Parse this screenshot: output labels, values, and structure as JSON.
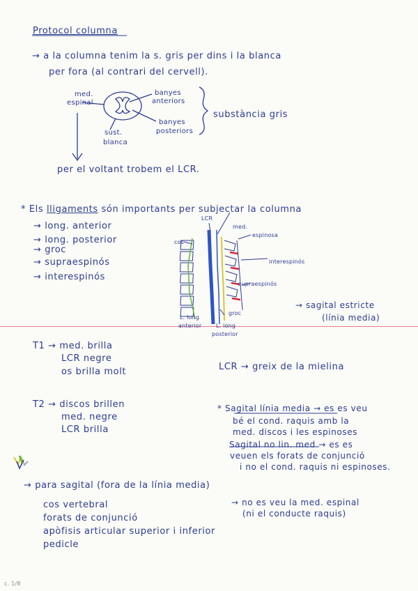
{
  "header": {
    "title": "Protocol columna",
    "intro_line1": "→ a la columna tenim la s. gris per dins i la blanca",
    "intro_line2": "per fora (al contrari del cervell)."
  },
  "spinal_diagram": {
    "label_med1": "med.",
    "label_med2": "espinal",
    "label_ant1": "banyes",
    "label_ant2": "anteriors",
    "label_post1": "banyes",
    "label_post2": "posteriors",
    "label_sust1": "sust.",
    "label_sust2": "blanca",
    "brace_label": "substància gris",
    "bottom_note": "per el voltant trobem el LCR."
  },
  "ligaments": {
    "intro_prefix": "* Els",
    "intro_underlined": "lligaments",
    "intro_rest": "són importants per subjectar la columna",
    "items": [
      "→ long. anterior",
      "→ long. posterior",
      "→ groc",
      "→ supraespinós",
      "→ interespinós"
    ]
  },
  "spine_labels": {
    "lcr": "LCR",
    "med": "med.",
    "cos": "cos",
    "espinosa": "espinosa",
    "interespinos": "interespinós",
    "supraespinos": "supraespinós",
    "groc": "groc",
    "l_long1": "L. long",
    "l_long2": "anterior",
    "long_post1": "L. long",
    "long_post2": "posterior"
  },
  "sagital": {
    "line1": "→ sagital estricte",
    "line2": "(línia media)"
  },
  "t1": {
    "line1": "T1 → med. brilla",
    "line2": "LCR negre",
    "line3": "os brilla molt",
    "note": "LCR → greix de la mielina"
  },
  "t2": {
    "line1": "T2 → discos brillen",
    "line2": "med. negre",
    "line3": "LCR brilla"
  },
  "sagital_note": {
    "line1": "* Sagital línia media → es es veu",
    "line2": "bé el cond. raquis amb la",
    "line3": "med. discos i les espinoses",
    "line4_u": "Sagital no lin. med",
    "line4_rest": "→ es es",
    "line5": "veuen els forats de conjunció",
    "line6": "i no el cond. raquis ni espinoses."
  },
  "parasagital": {
    "title": "→ para sagital (fora de la línia media)",
    "items": [
      "cos vertebral",
      "forats de conjunció",
      "apòfisis articular superior i inferior",
      "pedicle"
    ],
    "note1": "→ no es veu la med. espinal",
    "note2": "(ni el conducte raquis)"
  },
  "footer": {
    "page_mark": "c. 1/8"
  },
  "colors": {
    "ink": "#2b3c93",
    "red_rule": "#e77a86",
    "ligament_red": "#d7263d",
    "ligament_yellow": "#d7c930",
    "ligament_green": "#6cb84a",
    "blue": "#2d55c7"
  }
}
